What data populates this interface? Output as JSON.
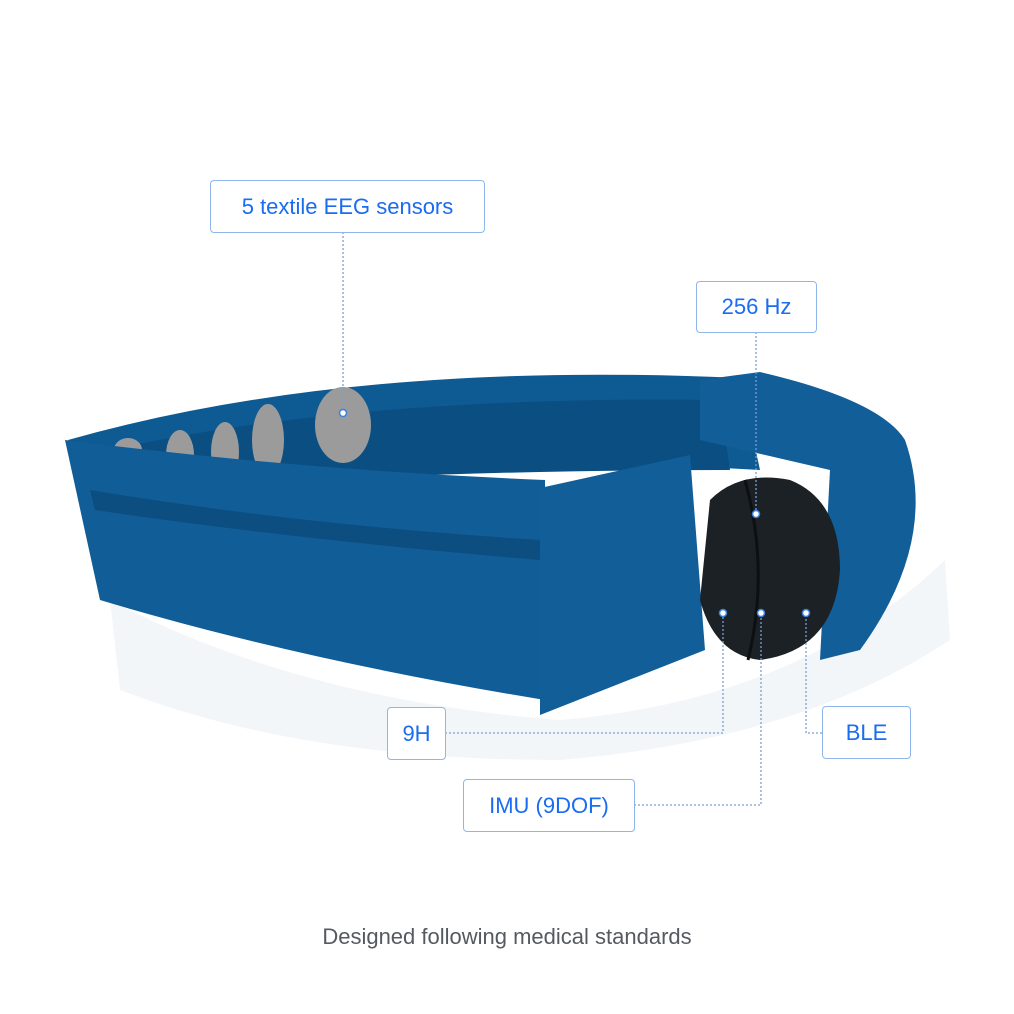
{
  "callouts": {
    "sensors": "5 textile EEG sensors",
    "sampling": "256 Hz",
    "battery": "9H",
    "imu": "IMU (9DOF)",
    "ble": "BLE"
  },
  "caption": "Designed following medical standards",
  "colors": {
    "accent": "#1a6cf0",
    "band": "#0f5a91",
    "sensor": "#9a9a9a",
    "module": "#1c2126"
  }
}
